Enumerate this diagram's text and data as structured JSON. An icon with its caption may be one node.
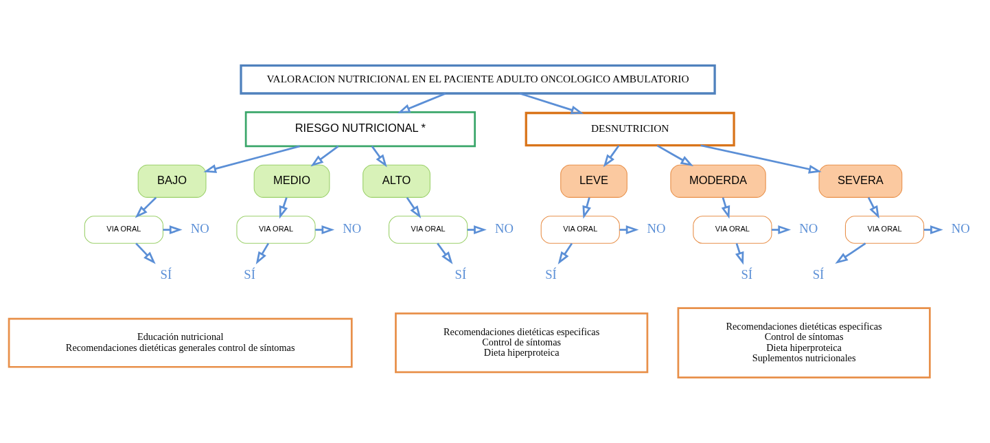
{
  "diagram": {
    "nodes": [
      {
        "text": [
          "VALORACION NUTRICIONAL EN EL PACIENTE ADULTO ONCOLOGICO AMBULATORIO"
        ]
      },
      {
        "text": [
          "RIESGO NUTRICIONAL *"
        ]
      },
      {
        "text": [
          "DESNUTRICION"
        ]
      },
      {
        "text": [
          "BAJO"
        ]
      },
      {
        "text": [
          "MEDIO"
        ]
      },
      {
        "text": [
          "ALTO"
        ]
      },
      {
        "text": [
          "LEVE"
        ]
      },
      {
        "text": [
          "MODERDA"
        ]
      },
      {
        "text": [
          "SEVERA"
        ]
      },
      {
        "text": [
          "VIA ORAL"
        ]
      },
      {
        "text": [
          "VIA ORAL"
        ]
      },
      {
        "text": [
          "VIA ORAL"
        ]
      },
      {
        "text": [
          "VIA ORAL"
        ]
      },
      {
        "text": [
          "VIA ORAL"
        ]
      },
      {
        "text": [
          "VIA ORAL"
        ]
      },
      {
        "text": [
          "NO"
        ]
      },
      {
        "text": [
          "NO"
        ]
      },
      {
        "text": [
          "NO"
        ]
      },
      {
        "text": [
          "NO"
        ]
      },
      {
        "text": [
          "NO"
        ]
      },
      {
        "text": [
          "NO"
        ]
      },
      {
        "text": [
          "SÍ"
        ]
      },
      {
        "text": [
          "SÍ"
        ]
      },
      {
        "text": [
          "SÍ"
        ]
      },
      {
        "text": [
          "SÍ"
        ]
      },
      {
        "text": [
          "SÍ"
        ]
      },
      {
        "text": [
          "SÍ"
        ]
      },
      {
        "text": [
          "Educación nutricional",
          "Recomendaciones dietéticas generales control de síntomas"
        ]
      },
      {
        "text": [
          "Recomendaciones dietéticas especificas",
          "Control de síntomas",
          "Dieta hiperproteica"
        ]
      },
      {
        "text": [
          "Recomendaciones dietéticas especificas",
          "Control de síntomas",
          "Dieta hiperproteica",
          "Suplementos nutricionales"
        ]
      }
    ],
    "edges": [
      {
        "from": 0,
        "to": 1,
        "arrow": "to"
      },
      {
        "from": 0,
        "to": 2,
        "arrow": "to"
      },
      {
        "from": 1,
        "to": 3,
        "arrow": "to"
      },
      {
        "from": 1,
        "to": 4,
        "arrow": "to"
      },
      {
        "from": 1,
        "to": 5,
        "arrow": "to"
      },
      {
        "from": 2,
        "to": 6,
        "arrow": "to"
      },
      {
        "from": 2,
        "to": 7,
        "arrow": "to"
      },
      {
        "from": 2,
        "to": 8,
        "arrow": "to"
      },
      {
        "from": 3,
        "to": 9,
        "arrow": "to"
      },
      {
        "from": 4,
        "to": 10,
        "arrow": "to"
      },
      {
        "from": 5,
        "to": 11,
        "arrow": "to"
      },
      {
        "from": 6,
        "to": 12,
        "arrow": "to"
      },
      {
        "from": 7,
        "to": 13,
        "arrow": "to"
      },
      {
        "from": 8,
        "to": 14,
        "arrow": "to"
      },
      {
        "from": 9,
        "to": 15,
        "arrow": "to"
      },
      {
        "from": 10,
        "to": 16,
        "arrow": "to"
      },
      {
        "from": 11,
        "to": 17,
        "arrow": "to"
      },
      {
        "from": 12,
        "to": 18,
        "arrow": "to"
      },
      {
        "from": 13,
        "to": 19,
        "arrow": "to"
      },
      {
        "from": 14,
        "to": 20,
        "arrow": "to"
      },
      {
        "from": 9,
        "to": 21,
        "arrow": "to"
      },
      {
        "from": 10,
        "to": 22,
        "arrow": "to"
      },
      {
        "from": 11,
        "to": 23,
        "arrow": "to"
      },
      {
        "from": 12,
        "to": 24,
        "arrow": "to"
      },
      {
        "from": 13,
        "to": 25,
        "arrow": "to"
      },
      {
        "from": 14,
        "to": 26,
        "arrow": "to"
      }
    ]
  }
}
